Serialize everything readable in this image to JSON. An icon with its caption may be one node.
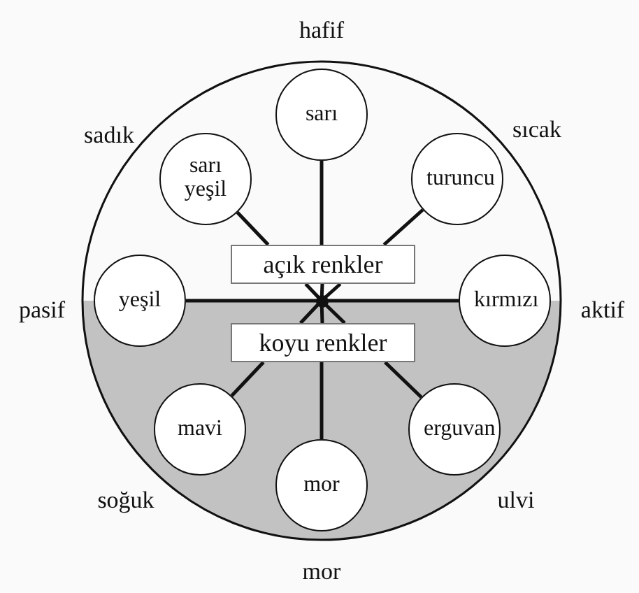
{
  "diagram": {
    "nodes": [
      {
        "text": [],
        "shape": "circle"
      },
      {
        "text": [
          "sarı"
        ],
        "in": 0
      },
      {
        "text": [
          "sarı yeşil"
        ],
        "in": 0
      },
      {
        "text": [
          "turuncu"
        ],
        "in": 0
      },
      {
        "text": [
          "açık renkler"
        ],
        "in": 0
      },
      {
        "text": [
          "yeşil"
        ],
        "in": 0
      },
      {
        "text": [
          "kırmızı"
        ],
        "in": 0
      },
      {
        "text": [
          "koyu renkler"
        ],
        "in": 0
      },
      {
        "text": [
          "mavi"
        ],
        "in": 0
      },
      {
        "text": [
          "erguvan"
        ],
        "in": 0
      },
      {
        "text": [
          "mor"
        ],
        "in": 0
      },
      {
        "text": [],
        "shape": "dot",
        "in": 0
      }
    ],
    "edges": [
      {
        "from": 2,
        "to": 4,
        "arrow": "none"
      },
      {
        "from": 1,
        "to": 4,
        "arrow": "none"
      },
      {
        "from": 3,
        "to": 4,
        "arrow": "none"
      },
      {
        "from": 4,
        "to": 11,
        "arrow": "none"
      },
      {
        "from": 4,
        "to": 11,
        "arrow": "none"
      },
      {
        "from": 4,
        "to": 11,
        "arrow": "none"
      },
      {
        "from": 5,
        "to": 11,
        "arrow": "none"
      },
      {
        "from": 11,
        "to": 6,
        "arrow": "none"
      },
      {
        "from": 11,
        "to": 7,
        "arrow": "none"
      },
      {
        "from": 11,
        "to": 7,
        "arrow": "none"
      },
      {
        "from": 11,
        "to": 7,
        "arrow": "none"
      },
      {
        "from": 8,
        "to": 7,
        "arrow": "none"
      },
      {
        "from": 10,
        "to": 7,
        "arrow": "none"
      },
      {
        "from": 9,
        "to": 7,
        "arrow": "none"
      }
    ],
    "labels": [
      "hafif",
      "sadık",
      "sıcak",
      "pasif",
      "aktif",
      "soğuk",
      "ulvi",
      "mor"
    ]
  }
}
